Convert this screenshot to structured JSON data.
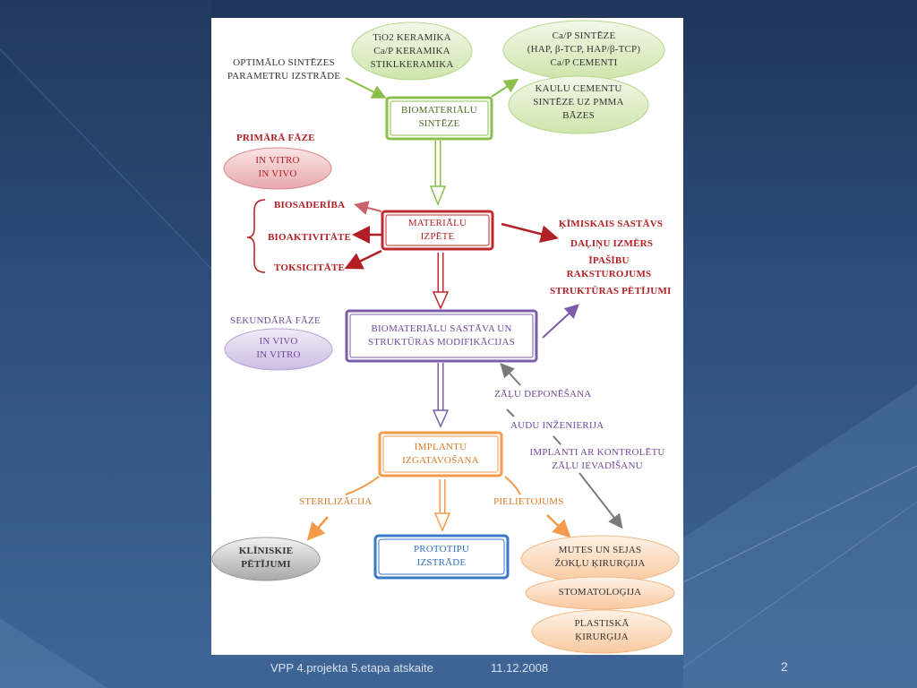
{
  "diagram": {
    "nodes": {
      "biomaterial_synthesis": "BIOMATERIĀLU\nSINTĒZE",
      "material_study": "MATERIĀLU\nIZPĒTE",
      "composition_modification": "BIOMATERIĀLU SASTĀVA UN\nSTRUKTŪRAS MODIFIKĀCIJAS",
      "implant_manufacturing": "IMPLANTU\nIZGATAVOŠANA",
      "prototype_development": "PROTOTIPU\nIZSTRĀDE"
    },
    "ellipses": {
      "ceramics": "TiO2 KERAMIKA\nCa/P KERAMIKA\nSTIKLKERAMIKA",
      "cap_synthesis": "Ca/P SINTĒZE\n(HAP, β-TCP, HAP/β-TCP)\nCa/P CEMENTI",
      "bone_cements": "KAULU CEMENTU\nSINTĒZE UZ PMMA\nBĀZES",
      "primary_phase_tests": "IN VITRO\nIN VIVO",
      "secondary_phase_tests": "IN VIVO\nIN VITRO",
      "clinical_trials": "KLĪNISKIE\nPĒTĪJUMI",
      "maxillofacial_surgery": "MUTES UN SEJAS\nŽOKĻU ĶIRURĢIJA",
      "stomatology": "STOMATOLOĢIJA",
      "plastic_surgery": "PLASTISKĀ\nĶIRURĢIJA"
    },
    "labels": {
      "optimal_parameters": "OPTIMĀLO SINTĒZES\nPARAMETRU IZSTRĀDE",
      "primary_phase": "PRIMĀRĀ FĀZE",
      "biocompatibility": "BIOSADERĪBA",
      "bioactivity": "BIOAKTIVITĀTE",
      "toxicity": "TOKSICITĀTE",
      "chemical_composition": "ĶĪMISKAIS SASTĀVS",
      "particle_size": "DAĻIŅU IZMĒRS",
      "property_characterization": "ĪPAŠĪBU\nRAKSTUROJUMS",
      "structure_studies": "STRUKTŪRAS PĒTĪJUMI",
      "secondary_phase": "SEKUNDĀRĀ FĀZE",
      "drug_deposition": "ZĀĻU  DEPONĒŠANA",
      "tissue_engineering": "AUDU INŽENIERIJA",
      "controlled_release_implants": "IMPLANTI AR KONTROLĒTU\nZĀĻU IEVADĪŠANU",
      "sterilization": "STERILIZĀCIJA",
      "application": "PIELIETOJUMS"
    }
  },
  "footer": {
    "text": "VPP 4.projekta 5.etapa atskaite",
    "date": "11.12.2008",
    "page_number": "2"
  },
  "colors": {
    "green": "#8cbf4a",
    "red": "#c0282d",
    "purple": "#7b5ca8",
    "orange": "#f39a4b",
    "blue": "#3a78c8",
    "gray": "#7a7a7a"
  }
}
